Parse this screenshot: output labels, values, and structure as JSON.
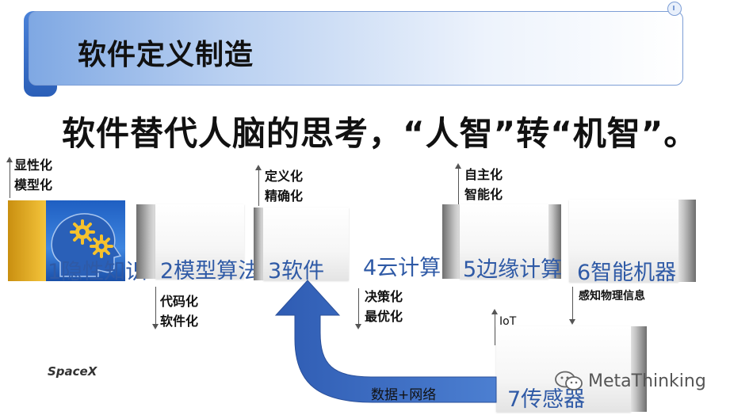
{
  "title": "软件定义制造",
  "subtitle": "软件替代人脑的思考，“人智”转“机智”。",
  "boxes": [
    {
      "id": 1,
      "label": "1隐性知识"
    },
    {
      "id": 2,
      "label": "2模型算法"
    },
    {
      "id": 3,
      "label": "3软件"
    },
    {
      "id": 4,
      "label": "4云计算"
    },
    {
      "id": 5,
      "label": "5边缘计算"
    },
    {
      "id": 6,
      "label": "6智能机器"
    },
    {
      "id": 7,
      "label": "7传感器"
    }
  ],
  "annotations": {
    "a1": [
      "显性化",
      "模型化"
    ],
    "a2": [
      "代码化",
      "软件化"
    ],
    "a3": [
      "定义化",
      "精确化"
    ],
    "a4": [
      "决策化",
      "最优化"
    ],
    "a5": [
      "自主化",
      "智能化"
    ],
    "a6": "感知物理信息",
    "a7": "IoT"
  },
  "feedback_label": "数据+网络",
  "spacex_label": "SpaceX",
  "watermark": "MetaThinking",
  "colors": {
    "label_blue": "#2f5aa6",
    "arrow_blue": "#3d6fc4",
    "gold": "#f4c43b"
  }
}
